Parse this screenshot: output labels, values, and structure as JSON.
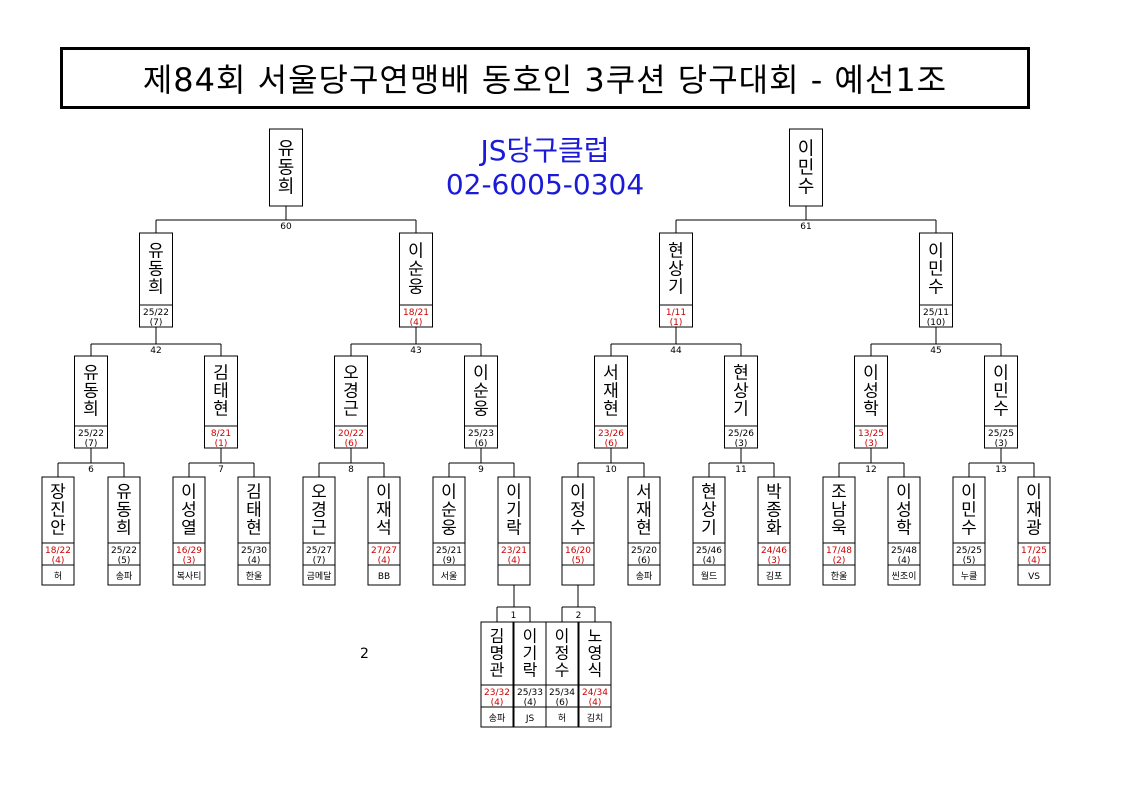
{
  "title": "제84회 서울당구연맹배 동호인 3쿠션 당구대회 - 예선1조",
  "club": {
    "name": "JS당구클럽",
    "phone": "02-6005-0304"
  },
  "stray_label": "2",
  "colors": {
    "loss_score": "#cc0000",
    "club_text": "#1a1ad8",
    "line": "#000000"
  },
  "bracket": {
    "top": [
      {
        "name": "유동희",
        "match": "60"
      },
      {
        "name": "이민수",
        "match": "61"
      }
    ],
    "round3": [
      {
        "name": "유동희",
        "score": "25/22",
        "hi": "(7)",
        "loss": false
      },
      {
        "name": "이순웅",
        "score": "18/21",
        "hi": "(4)",
        "loss": true
      },
      {
        "name": "현상기",
        "score": "1/11",
        "hi": "(1)",
        "loss": true
      },
      {
        "name": "이민수",
        "score": "25/11",
        "hi": "(10)",
        "loss": false
      }
    ],
    "round3_matches": [
      "42",
      "43",
      "44",
      "45"
    ],
    "round2": [
      {
        "name": "유동희",
        "score": "25/22",
        "hi": "(7)",
        "loss": false
      },
      {
        "name": "김태현",
        "score": "8/21",
        "hi": "(1)",
        "loss": true
      },
      {
        "name": "오경근",
        "score": "20/22",
        "hi": "(6)",
        "loss": true
      },
      {
        "name": "이순웅",
        "score": "25/23",
        "hi": "(6)",
        "loss": false
      },
      {
        "name": "서재현",
        "score": "23/26",
        "hi": "(6)",
        "loss": true
      },
      {
        "name": "현상기",
        "score": "25/26",
        "hi": "(3)",
        "loss": false
      },
      {
        "name": "이성학",
        "score": "13/25",
        "hi": "(3)",
        "loss": true
      },
      {
        "name": "이민수",
        "score": "25/25",
        "hi": "(3)",
        "loss": false
      }
    ],
    "round2_matches": [
      "6",
      "7",
      "8",
      "9",
      "10",
      "11",
      "12",
      "13"
    ],
    "round1": [
      {
        "name": "장진안",
        "score": "18/22",
        "hi": "(4)",
        "loss": true,
        "club": "허"
      },
      {
        "name": "유동희",
        "score": "25/22",
        "hi": "(5)",
        "loss": false,
        "club": "송파"
      },
      {
        "name": "이성열",
        "score": "16/29",
        "hi": "(3)",
        "loss": true,
        "club": "복사티"
      },
      {
        "name": "김태현",
        "score": "25/30",
        "hi": "(4)",
        "loss": false,
        "club": "한울"
      },
      {
        "name": "오경근",
        "score": "25/27",
        "hi": "(7)",
        "loss": false,
        "club": "금메달"
      },
      {
        "name": "이재석",
        "score": "27/27",
        "hi": "(4)",
        "loss": true,
        "club": "BB"
      },
      {
        "name": "이순웅",
        "score": "25/21",
        "hi": "(9)",
        "loss": false,
        "club": "서울"
      },
      {
        "name": "이기락",
        "score": "23/21",
        "hi": "(4)",
        "loss": true,
        "club": ""
      },
      {
        "name": "이정수",
        "score": "16/20",
        "hi": "(5)",
        "loss": true,
        "club": ""
      },
      {
        "name": "서재현",
        "score": "25/20",
        "hi": "(6)",
        "loss": false,
        "club": "송파"
      },
      {
        "name": "현상기",
        "score": "25/46",
        "hi": "(4)",
        "loss": false,
        "club": "월드"
      },
      {
        "name": "박종화",
        "score": "24/46",
        "hi": "(3)",
        "loss": true,
        "club": "김포"
      },
      {
        "name": "조남욱",
        "score": "17/48",
        "hi": "(2)",
        "loss": true,
        "club": "한울"
      },
      {
        "name": "이성학",
        "score": "25/48",
        "hi": "(4)",
        "loss": false,
        "club": "씬조이"
      },
      {
        "name": "이민수",
        "score": "25/25",
        "hi": "(5)",
        "loss": false,
        "club": "누클"
      },
      {
        "name": "이재광",
        "score": "17/25",
        "hi": "(4)",
        "loss": true,
        "club": "VS"
      }
    ],
    "round1_matches": [
      "6",
      "7",
      "8",
      "9",
      "10",
      "11",
      "12",
      "13"
    ],
    "prelim_matches": [
      "1",
      "2"
    ],
    "prelim": [
      {
        "name": "김명관",
        "score": "23/32",
        "hi": "(4)",
        "loss": true,
        "club": "송파"
      },
      {
        "name": "이기락",
        "score": "25/33",
        "hi": "(4)",
        "loss": false,
        "club": "JS"
      },
      {
        "name": "이정수",
        "score": "25/34",
        "hi": "(6)",
        "loss": false,
        "club": "허"
      },
      {
        "name": "노영식",
        "score": "24/34",
        "hi": "(4)",
        "loss": true,
        "club": "김치"
      }
    ]
  }
}
